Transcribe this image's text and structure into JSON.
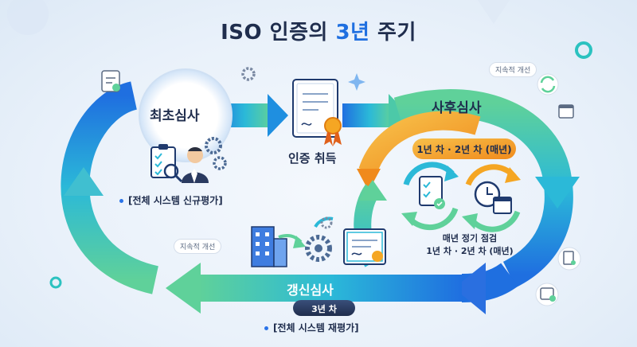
{
  "title": {
    "prefix": "ISO 인증의 ",
    "highlight": "3년",
    "suffix": " 주기"
  },
  "nodes": {
    "initial_audit": "최초심사",
    "initial_note": "[전체 시스템 신규평가]",
    "certification": "인증 취득",
    "surveillance": "사후심사",
    "surveillance_badge": "1년 차 · 2년 차 (매년)",
    "surveillance_note_line1": "매년 정기 점검",
    "surveillance_note_line2": "1년 차 · 2년 차 (매년)",
    "recertification": "갱신심사",
    "recert_year": "3년 차",
    "recert_note": "[전체 시스템 재평가]"
  },
  "chips": {
    "continuous_top": "지속적 개선",
    "continuous_mid": "지속적 개선"
  },
  "colors": {
    "blue": "#1f6fe0",
    "teal": "#22c3b5",
    "green": "#5fd19a",
    "orange": "#f5a623",
    "navy": "#1f2d4d"
  }
}
